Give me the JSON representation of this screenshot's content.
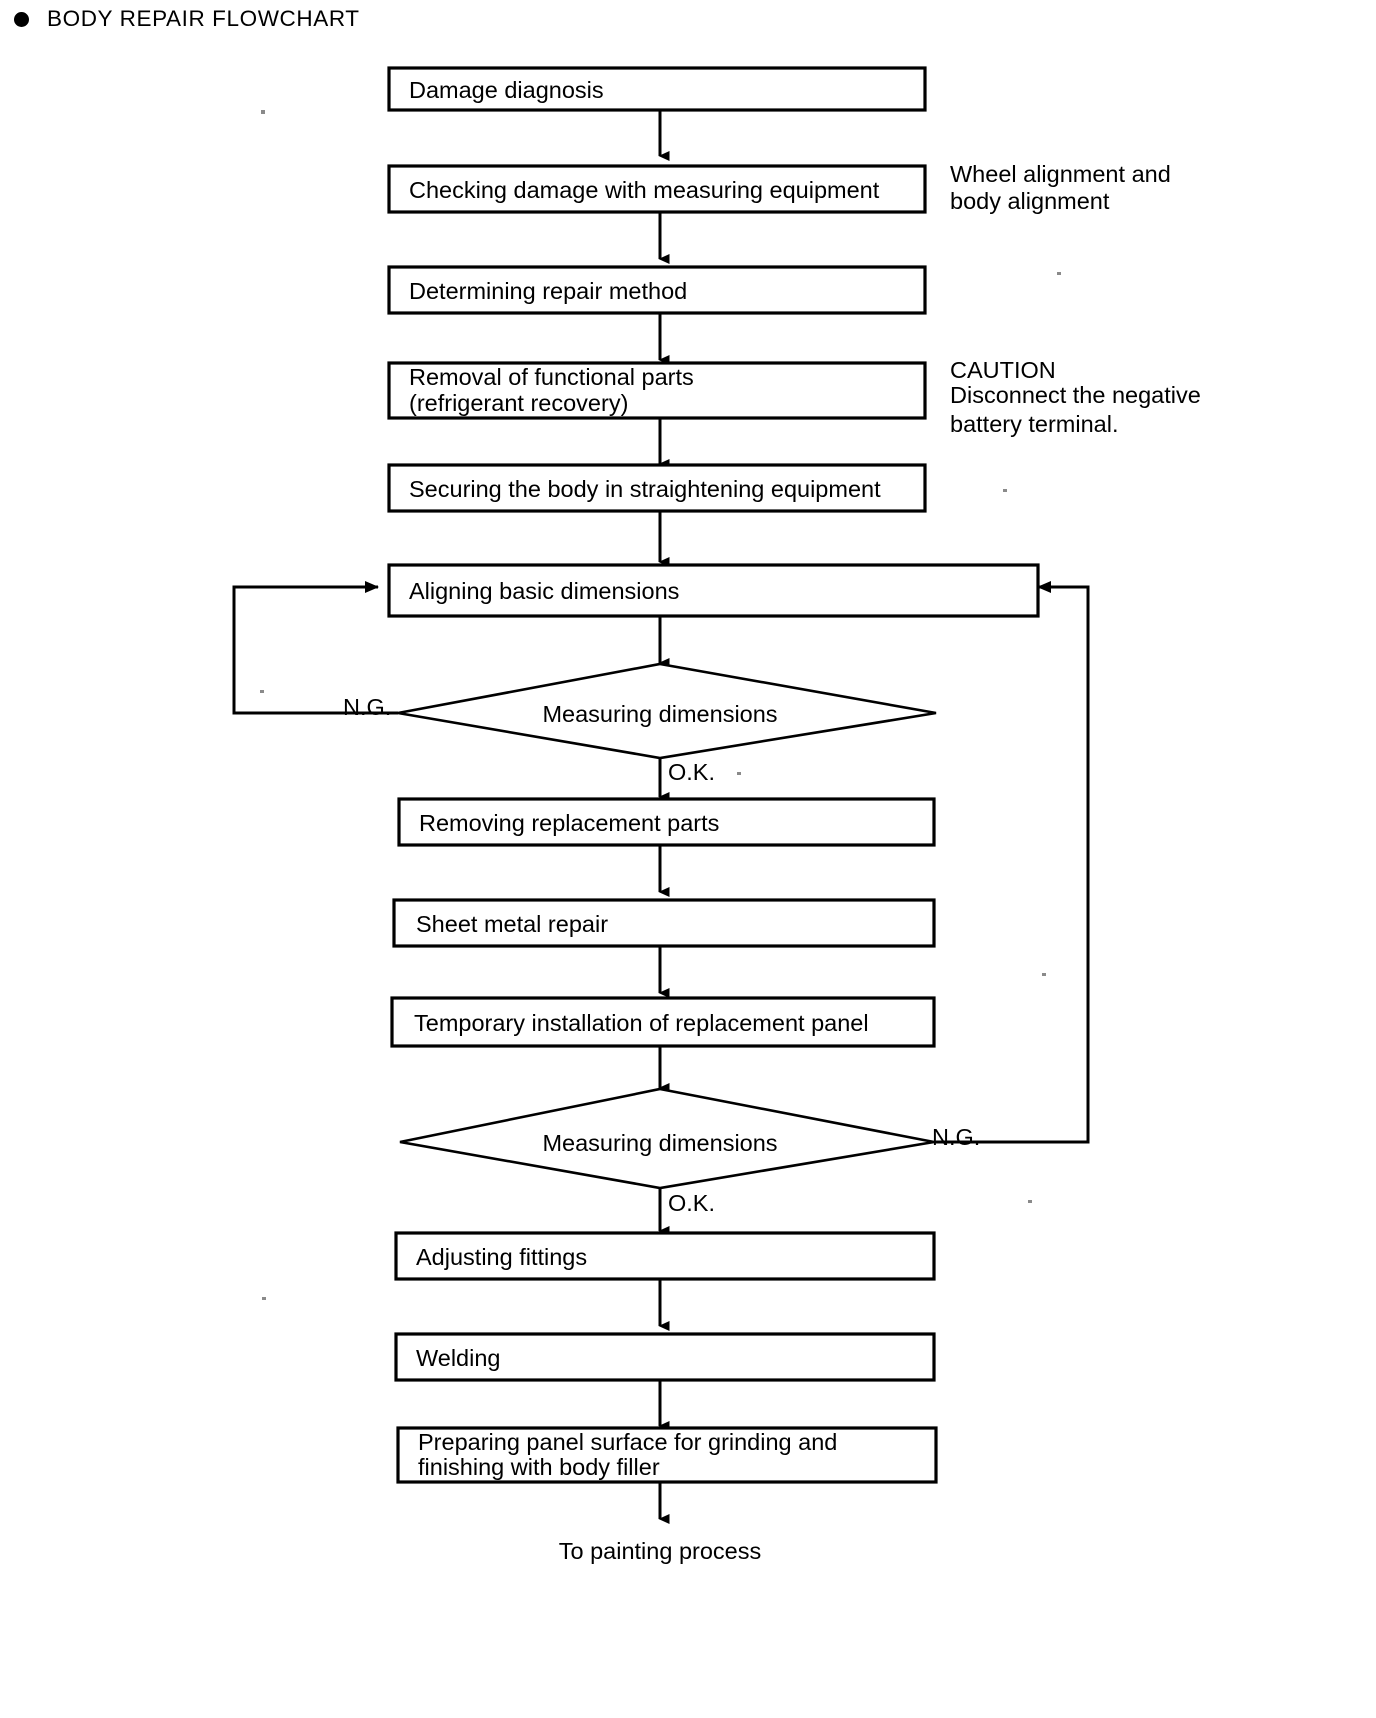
{
  "page": {
    "title": "BODY REPAIR FLOWCHART",
    "bullet_icon": "filled-circle-bullet-icon",
    "background_color": "#ffffff",
    "line_color": "#000000"
  },
  "chart_data": {
    "type": "flowchart",
    "title": "BODY REPAIR FLOWCHART",
    "orientation": "top-to-bottom",
    "nodes": [
      {
        "id": "n1",
        "shape": "process",
        "label": "Damage diagnosis"
      },
      {
        "id": "n2",
        "shape": "process",
        "label": "Checking damage with measuring equipment"
      },
      {
        "id": "n3",
        "shape": "process",
        "label": "Determining repair method"
      },
      {
        "id": "n4",
        "shape": "process",
        "label": "Removal of functional parts",
        "label2": "(refrigerant recovery)"
      },
      {
        "id": "n5",
        "shape": "process",
        "label": "Securing the body in straightening equipment"
      },
      {
        "id": "n6",
        "shape": "process",
        "label": "Aligning basic dimensions"
      },
      {
        "id": "d1",
        "shape": "decision",
        "label": "Measuring dimensions"
      },
      {
        "id": "n7",
        "shape": "process",
        "label": "Removing replacement parts"
      },
      {
        "id": "n8",
        "shape": "process",
        "label": "Sheet metal repair"
      },
      {
        "id": "n9",
        "shape": "process",
        "label": "Temporary installation of replacement panel"
      },
      {
        "id": "d2",
        "shape": "decision",
        "label": "Measuring dimensions"
      },
      {
        "id": "n10",
        "shape": "process",
        "label": "Adjusting fittings"
      },
      {
        "id": "n11",
        "shape": "process",
        "label": "Welding"
      },
      {
        "id": "n12",
        "shape": "process",
        "label": "Preparing panel surface for grinding and",
        "label2": "finishing with body filler"
      },
      {
        "id": "end",
        "shape": "terminal",
        "label": "To painting process"
      }
    ],
    "edges": [
      {
        "from": "n1",
        "to": "n2",
        "label": ""
      },
      {
        "from": "n2",
        "to": "n3",
        "label": ""
      },
      {
        "from": "n3",
        "to": "n4",
        "label": ""
      },
      {
        "from": "n4",
        "to": "n5",
        "label": ""
      },
      {
        "from": "n5",
        "to": "n6",
        "label": ""
      },
      {
        "from": "n6",
        "to": "d1",
        "label": ""
      },
      {
        "from": "d1",
        "to": "n6",
        "label": "N.G.",
        "route": "left-loop"
      },
      {
        "from": "d1",
        "to": "n7",
        "label": "O.K."
      },
      {
        "from": "n7",
        "to": "n8",
        "label": ""
      },
      {
        "from": "n8",
        "to": "n9",
        "label": ""
      },
      {
        "from": "n9",
        "to": "d2",
        "label": ""
      },
      {
        "from": "d2",
        "to": "n6",
        "label": "N.G.",
        "route": "right-loop"
      },
      {
        "from": "d2",
        "to": "n10",
        "label": "O.K."
      },
      {
        "from": "n10",
        "to": "n11",
        "label": ""
      },
      {
        "from": "n11",
        "to": "n12",
        "label": ""
      },
      {
        "from": "n12",
        "to": "end",
        "label": ""
      }
    ],
    "annotations": [
      {
        "id": "a1",
        "attached_to": "n2",
        "lines": [
          "Wheel alignment and",
          "body alignment"
        ]
      },
      {
        "id": "a2",
        "attached_to": "n4",
        "lines": [
          "CAUTION",
          "Disconnect the negative",
          "battery terminal."
        ]
      }
    ],
    "edge_labels": {
      "ng": "N.G.",
      "ok": "O.K."
    }
  }
}
